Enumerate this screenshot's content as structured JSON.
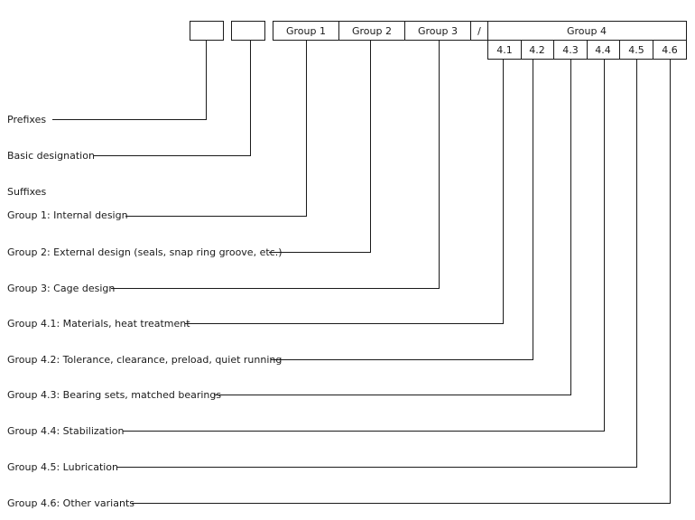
{
  "header": {
    "groups": [
      "Group 1",
      "Group 2",
      "Group 3"
    ],
    "separator": "/",
    "group4_title": "Group 4",
    "group4_sub": [
      "4.1",
      "4.2",
      "4.3",
      "4.4",
      "4.5",
      "4.6"
    ]
  },
  "legend": {
    "prefixes": "Prefixes",
    "basic": "Basic designation",
    "suffixes": "Suffixes",
    "g1": "Group 1: Internal design",
    "g2": "Group 2: External design (seals, snap ring groove, etc.)",
    "g3": "Group 3: Cage design",
    "g41": "Group 4.1: Materials, heat treatment",
    "g42": "Group 4.2: Tolerance, clearance, preload, quiet running",
    "g43": "Group 4.3: Bearing sets, matched bearings",
    "g44": "Group 4.4: Stabilization",
    "g45": "Group 4.5: Lubrication",
    "g46": "Group 4.6: Other variants"
  }
}
